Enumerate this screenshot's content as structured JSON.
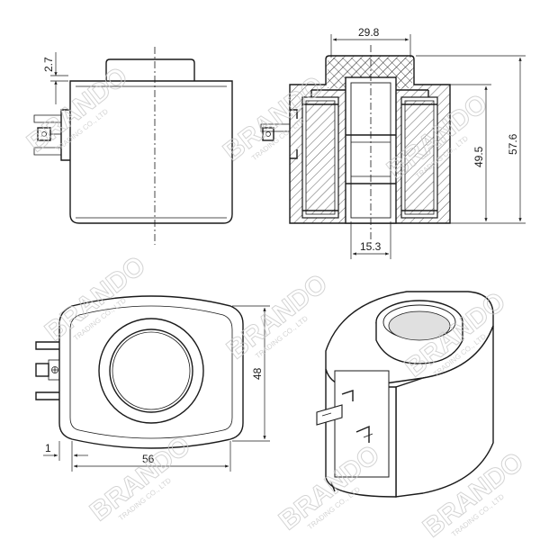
{
  "dimensions": {
    "top_offset": "2.7",
    "width_top": "29.8",
    "height_inner": "49.5",
    "height_total": "57.6",
    "bore": "15.3",
    "height_bottom_view": "48",
    "width_bottom_view": "56",
    "offset_bottom": "1"
  },
  "watermark": {
    "brand": "BRANDO",
    "sub": "TRADING CO., LTD"
  },
  "colors": {
    "line": "#1a1a1a",
    "watermark": "#c9c9c9",
    "body_fill": "#ffffff",
    "shade": "#e0e0e0"
  }
}
